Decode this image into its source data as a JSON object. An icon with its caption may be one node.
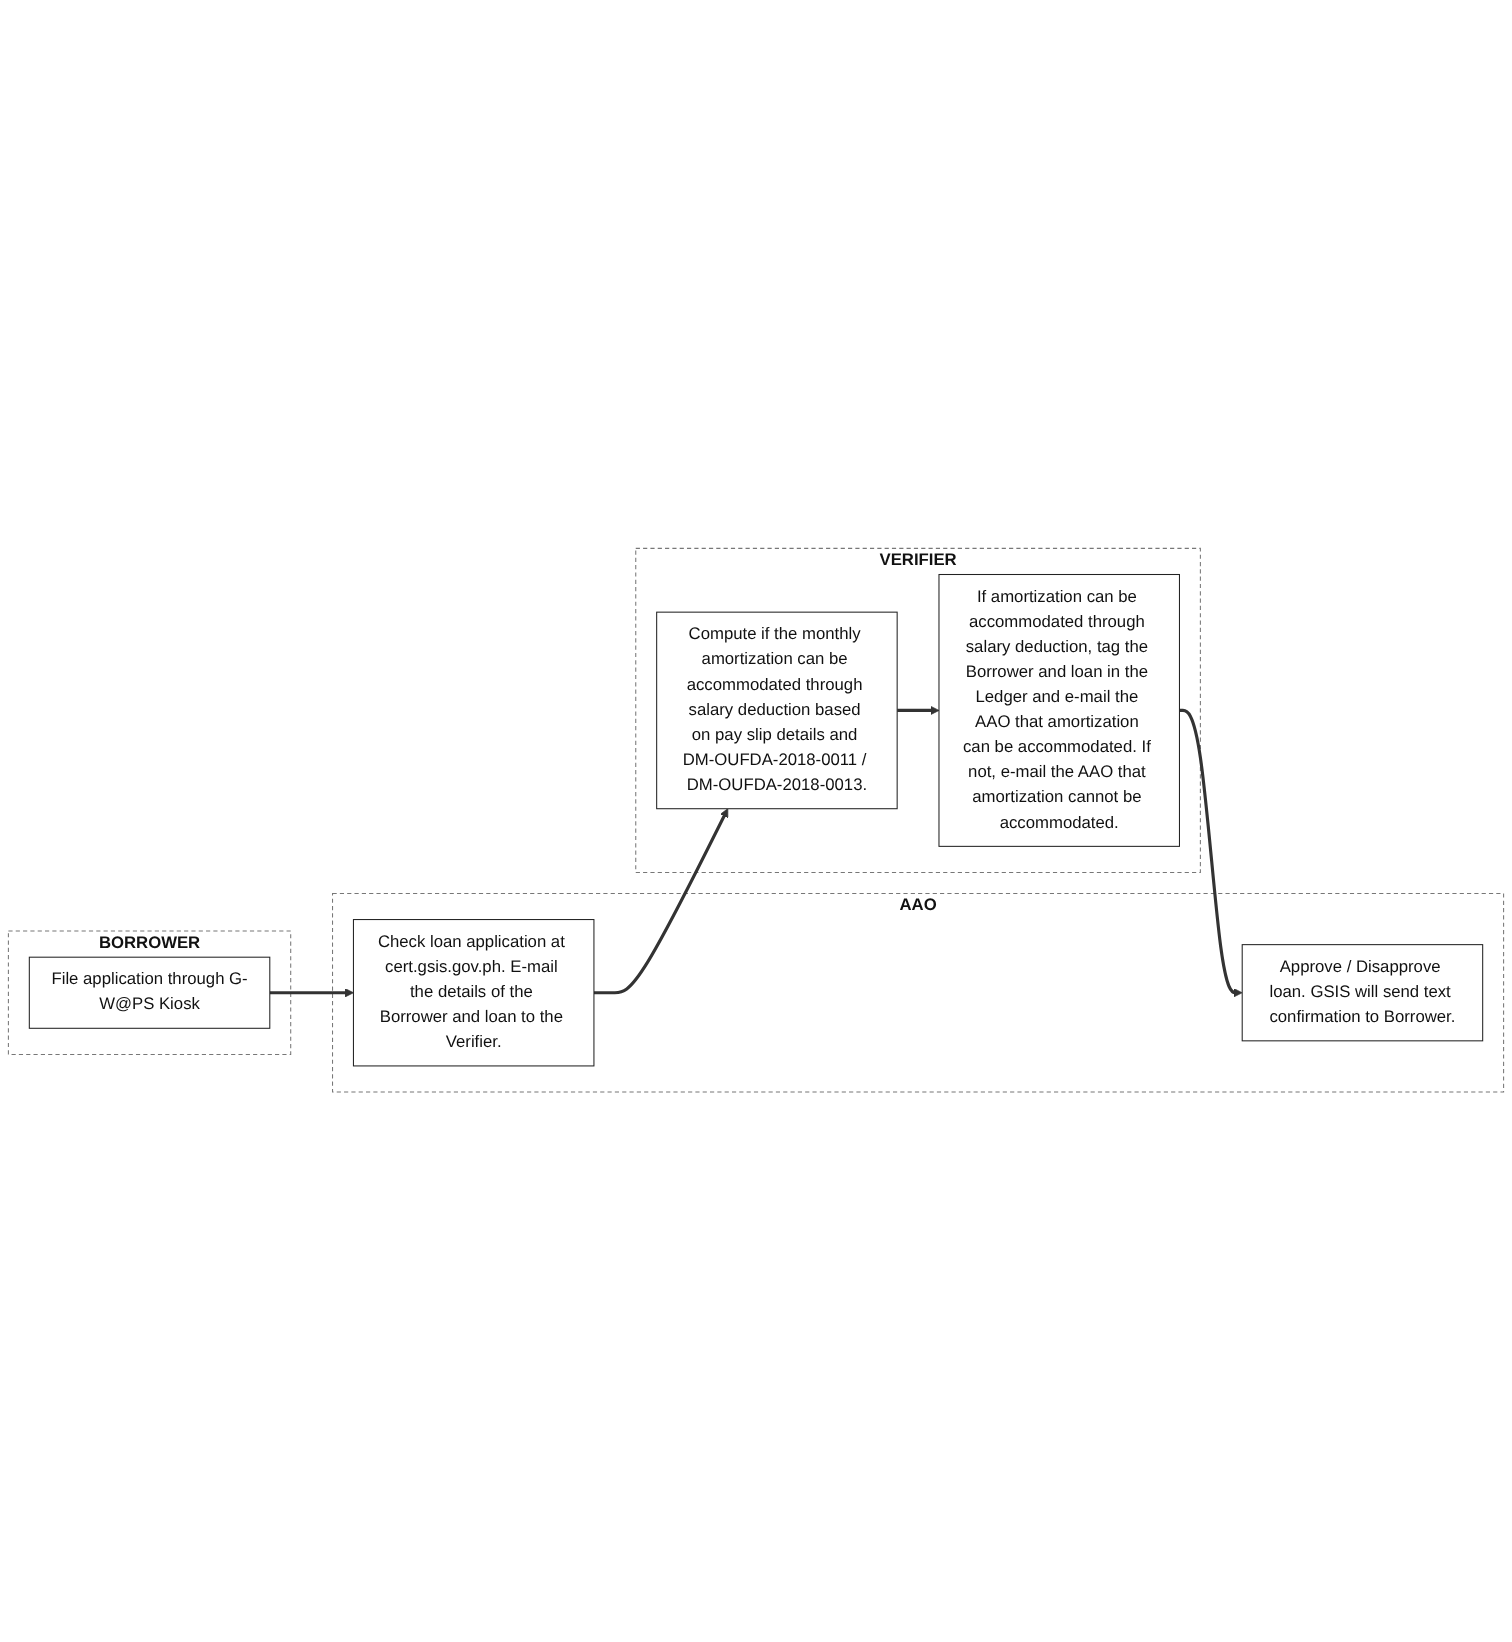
{
  "diagram": {
    "nodes": [
      {
        "text": [
          "BORROWER"
        ]
      },
      {
        "text": [
          "AAO"
        ]
      },
      {
        "text": [
          "VERIFIER"
        ]
      },
      {
        "text": [
          "File application through G-W@PS Kiosk"
        ],
        "in": 0
      },
      {
        "text": [
          "Check loan application at cert.gsis.gov.ph. E-mail the details of the Borrower and loan to the Verifier."
        ],
        "in": 1
      },
      {
        "text": [
          "Compute if the monthly amortization can be accommodated through salary deduction based on pay slip details and DM-OUFDA-2018-0011 / DM-OUFDA-2018-0013."
        ],
        "in": 2
      },
      {
        "text": [
          "If amortization can be accommodated through salary deduction, tag the Borrower and loan in the Ledger and e-mail the AAO that amortization can be accommodated. If not, e-mail the AAO that amortization cannot be accommodated."
        ],
        "in": 2
      },
      {
        "text": [
          "Approve / Disapprove loan. GSIS will send text confirmation to Borrower."
        ],
        "in": 1
      }
    ],
    "edges": [
      {
        "from": 3,
        "to": 4,
        "arrow": "to"
      },
      {
        "from": 4,
        "to": 5,
        "arrow": "to"
      },
      {
        "from": 5,
        "to": 6,
        "arrow": "to"
      },
      {
        "from": 6,
        "to": 7,
        "arrow": "to"
      }
    ]
  }
}
